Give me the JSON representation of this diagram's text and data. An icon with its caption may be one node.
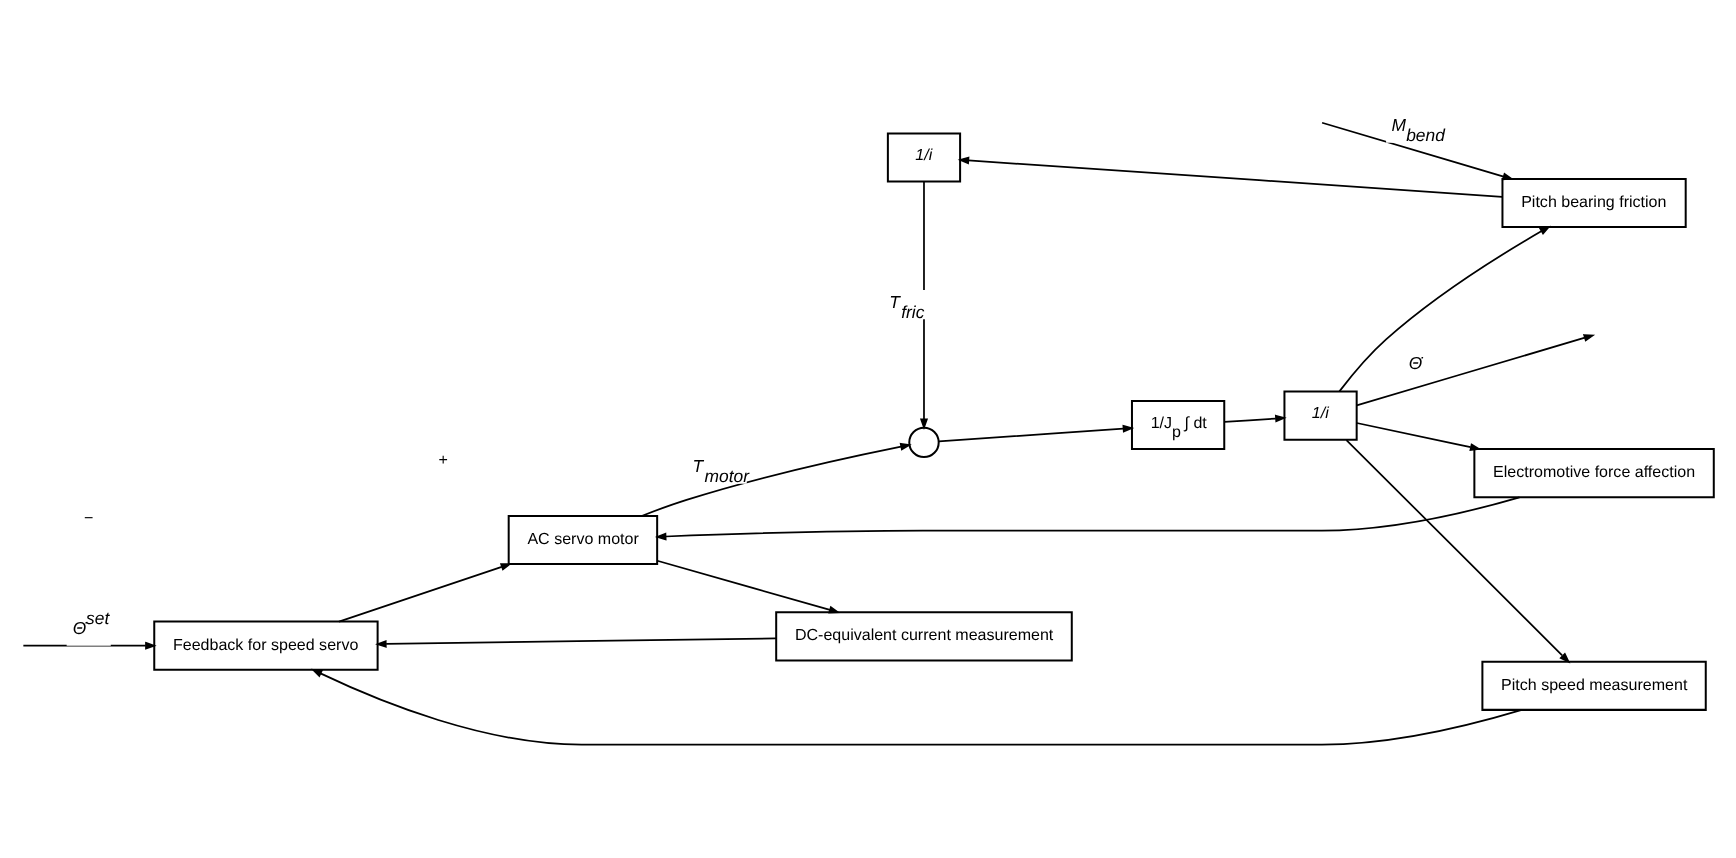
{
  "diagram": {
    "nodes": [
      {
        "text": [
          "Feedback for speed servo"
        ]
      },
      {
        "text": [
          "AC servo motor"
        ]
      },
      {
        "text": [
          "DC-equivalent current measurement"
        ]
      },
      {
        "text": [],
        "shape": "circle"
      },
      {
        "text": [
          "1/J$_{p}$ ∫ dt"
        ]
      },
      {
        "text": [
          "1/i"
        ]
      },
      {
        "text": [
          "Pitch bearing friction"
        ]
      },
      {
        "text": [
          "1/i"
        ]
      },
      {
        "text": [
          "Electromotive force affection"
        ]
      },
      {
        "text": [
          "Pitch speed measurement"
        ]
      }
    ],
    "edges": [
      {
        "from": null,
        "to": 0,
        "arrow": "to",
        "label": "Θ̇$^{set}$"
      },
      {
        "from": 0,
        "to": 1,
        "arrow": "to"
      },
      {
        "from": 1,
        "to": 3,
        "arrow": "to",
        "label": "T$_{motor}$"
      },
      {
        "from": 3,
        "to": 4,
        "arrow": "to"
      },
      {
        "from": 4,
        "to": 5,
        "arrow": "to"
      },
      {
        "from": 5,
        "to": null,
        "arrow": "to",
        "label": "Θ̇"
      },
      {
        "from": 5,
        "to": 6,
        "arrow": "to"
      },
      {
        "from": 6,
        "to": 7,
        "arrow": "to"
      },
      {
        "from": 7,
        "to": 3,
        "arrow": "to",
        "label": "T$_{fric}$"
      },
      {
        "from": null,
        "to": 6,
        "arrow": "to",
        "label": "M$_{bend}$"
      },
      {
        "from": 1,
        "to": 2,
        "arrow": "to"
      },
      {
        "from": 2,
        "to": 0,
        "arrow": "to"
      },
      {
        "from": 5,
        "to": 8,
        "arrow": "to"
      },
      {
        "from": 8,
        "to": 1,
        "arrow": "to"
      },
      {
        "from": 5,
        "to": 9,
        "arrow": "to"
      },
      {
        "from": 9,
        "to": 0,
        "arrow": "to"
      }
    ],
    "labels": [
      "−",
      "+"
    ]
  }
}
